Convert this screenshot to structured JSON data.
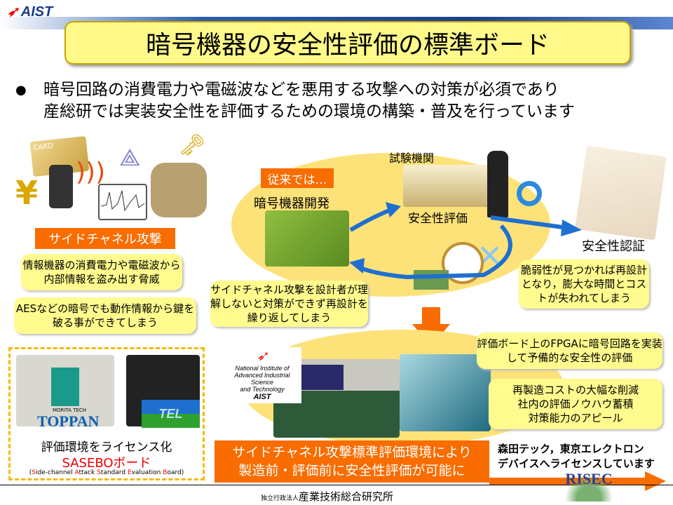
{
  "header": {
    "logo": "AIST",
    "title": "暗号機器の安全性評価の標準ボード"
  },
  "bullet": {
    "line1": "暗号回路の消費電力や電磁波などを悪用する攻撃への対策が必須であり",
    "line2": "産総研では実装安全性を評価するための環境の構築・普及を行っています"
  },
  "left": {
    "attack_label": "サイドチャネル攻撃",
    "note1": "情報機器の消費電力や電磁波から内部情報を盗み出す脅威",
    "note2": "AESなどの暗号でも動作情報から鍵を破る事ができてしまう",
    "card_text": "CARD",
    "board": {
      "logo_morita": "MORITA TECH",
      "logo_toppan": "TOPPAN",
      "logo_tel": "TEL",
      "license": "評価環境をライセンス化",
      "name": "SASEBOボード",
      "expansion": [
        "(",
        "S",
        "ide-channel ",
        "A",
        "ttack ",
        "S",
        "tandard ",
        "E",
        "valuation ",
        "B",
        "oard)"
      ]
    }
  },
  "flow": {
    "conventional": "従来では…",
    "dev": "暗号機器開発",
    "lab": "試験機関",
    "eval": "安全性評価",
    "cert": "安全性認証",
    "note_left": "サイドチャネル攻撃を設計者が理解しないと対策ができず再設計を繰り返してしまう",
    "note_right": "脆弱性が見つかれば再設計となり，膨大な時間とコストが失われてしまう"
  },
  "bottom": {
    "aist_logo": [
      "National Institute of",
      "Advanced Industrial Science",
      "and Technology",
      "AIST"
    ],
    "note1": "評価ボード上のFPGAに暗号回路を実装して予備的な安全性の評価",
    "note2": "再製造コストの大幅な削減\n社内の評価ノウハウ蓄積\n対策能力のアピール",
    "banner1": "サイドチャネル攻撃標準評価環境により",
    "banner2": "製造前・評価前に安全性評価が可能に",
    "license1": "森田テック，東京エレクトロン",
    "license2": "デバイスへライセンスしています",
    "risec": "RISEC"
  },
  "footer": {
    "small": "独立行政法人",
    "org": "産業技術総合研究所"
  },
  "colors": {
    "orange": "#f86c00",
    "yellow": "#fffb8e",
    "blue": "#1e6fd0",
    "red": "#e00000"
  }
}
